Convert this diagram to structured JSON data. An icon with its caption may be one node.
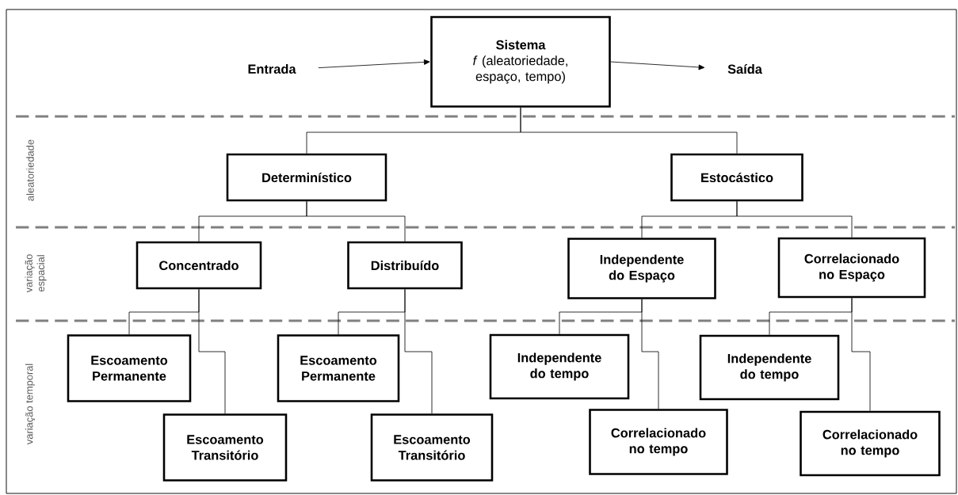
{
  "diagram": {
    "nodes": [
      {
        "text": [
          "Entrada"
        ]
      },
      {
        "text": [
          "Sistema",
          "*f* (aleatoriedade, espaço, tempo)"
        ]
      },
      {
        "text": [
          "Saída"
        ]
      },
      {
        "text": [
          "Determinístico"
        ]
      },
      {
        "text": [
          "Estocástico"
        ]
      },
      {
        "text": [
          "Concentrado"
        ]
      },
      {
        "text": [
          "Distribuído"
        ]
      },
      {
        "text": [
          "Independente do Espaço"
        ]
      },
      {
        "text": [
          "Correlacionado no Espaço"
        ]
      },
      {
        "text": [
          "Escoamento Permanente"
        ]
      },
      {
        "text": [
          "Escoamento Transitório"
        ]
      },
      {
        "text": [
          "Escoamento Permanente"
        ]
      },
      {
        "text": [
          "Escoamento Transitório"
        ]
      },
      {
        "text": [
          "Independente do tempo"
        ]
      },
      {
        "text": [
          "Correlacionado no tempo"
        ]
      },
      {
        "text": [
          "Independente do tempo"
        ]
      },
      {
        "text": [
          "Correlacionado no tempo"
        ]
      }
    ],
    "edges": [
      {
        "from": 0,
        "to": 1,
        "arrow": "to"
      },
      {
        "from": 1,
        "to": 2,
        "arrow": "to"
      },
      {
        "from": 1,
        "to": 3,
        "arrow": "none"
      },
      {
        "from": 1,
        "to": 4,
        "arrow": "none"
      },
      {
        "from": 3,
        "to": 5,
        "arrow": "none"
      },
      {
        "from": 3,
        "to": 6,
        "arrow": "none"
      },
      {
        "from": 4,
        "to": 7,
        "arrow": "none"
      },
      {
        "from": 4,
        "to": 8,
        "arrow": "none"
      },
      {
        "from": 5,
        "to": 9,
        "arrow": "none"
      },
      {
        "from": 5,
        "to": 10,
        "arrow": "none"
      },
      {
        "from": 6,
        "to": 11,
        "arrow": "none"
      },
      {
        "from": 6,
        "to": 12,
        "arrow": "none"
      },
      {
        "from": 7,
        "to": 13,
        "arrow": "none"
      },
      {
        "from": 7,
        "to": 14,
        "arrow": "none"
      },
      {
        "from": 8,
        "to": 15,
        "arrow": "none"
      },
      {
        "from": 8,
        "to": 16,
        "arrow": "none"
      }
    ],
    "labels": [
      "aleatoriedade",
      "variação espacial",
      "variação temporal"
    ]
  }
}
